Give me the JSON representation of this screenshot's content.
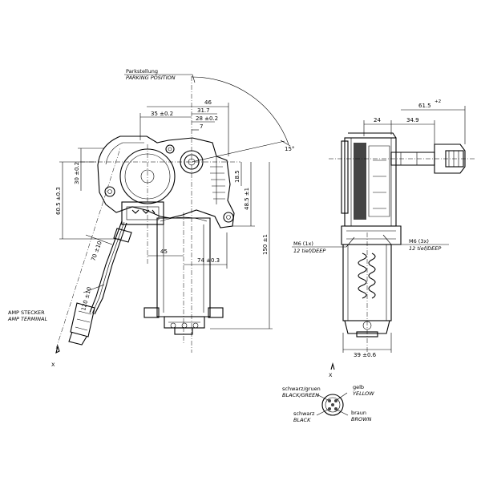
{
  "labels": {
    "parking_de": "Parkstellung",
    "parking_en": "PARKING POSITION",
    "amp_de": "AMP STECKER",
    "amp_en": "AMP TERMINAL",
    "m6_left_a": "M6 (1x)",
    "m6_left_b": "12 tief/DEEP",
    "m6_right_a": "M6 (3x)",
    "m6_right_b": "12 tief/DEEP",
    "view_x_left": "X",
    "view_x_bottom": "X",
    "wire_bg_de": "schwarz/gruen",
    "wire_bg_en": "BLACK/GREEN",
    "wire_y_de": "gelb",
    "wire_y_en": "YELLOW",
    "wire_b_de": "schwarz",
    "wire_b_en": "BLACK",
    "wire_br_de": "braun",
    "wire_br_en": "BROWN"
  },
  "dims": {
    "d46": "46",
    "d35": "35 ±0.2",
    "d31_7": "31.7",
    "d28": "28 ±0.2",
    "d7": "7",
    "d30": "30 ±0.2",
    "d18_5": "18.5",
    "d60_5": "60.5 ±0.3",
    "d48_5": "48.5 ±1",
    "d150": "150 ±1",
    "d70": "70 ±10",
    "d120": "120 ±10",
    "d45": "45",
    "d74": "74 ±0.3",
    "d24": "24",
    "d34_9": "34.9",
    "d61_5": "61.5",
    "d39": "39 ±0.6",
    "angle": "15°"
  }
}
